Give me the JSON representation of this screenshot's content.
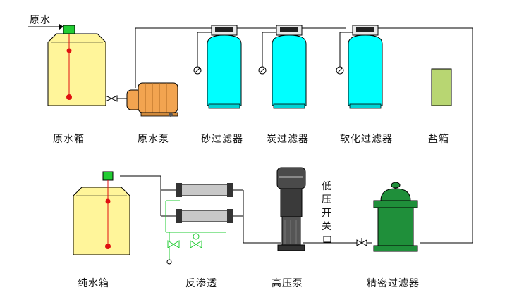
{
  "labels": {
    "raw_water_inlet": "原水",
    "raw_water_tank": "原水箱",
    "raw_water_pump": "原水泵",
    "sand_filter": "砂过滤器",
    "carbon_filter": "炭过滤器",
    "softener_filter": "软化过滤器",
    "salt_tank": "盐箱",
    "pure_water_tank": "纯水箱",
    "reverse_osmosis": "反渗透",
    "high_pressure_pump": "高压泵",
    "low_pressure_switch": "低压开关",
    "precision_filter": "精密过滤器"
  },
  "colors": {
    "tank_yellow": "#fff59a",
    "filter_cyan": "#00ffff",
    "pump_orange": "#f2a450",
    "salt_green": "#b8d672",
    "pump_dark": "#4a4a4a",
    "precision_green": "#1f8f3a",
    "pipe": "#000000",
    "indicator_red": "#e01010",
    "float_switch_green": "#22cc33"
  },
  "icons": {
    "tank": "water-tank-icon",
    "pump": "centrifugal-pump-icon",
    "filter": "pressure-vessel-icon",
    "valve": "valve-icon",
    "gauge": "pressure-gauge-icon"
  }
}
